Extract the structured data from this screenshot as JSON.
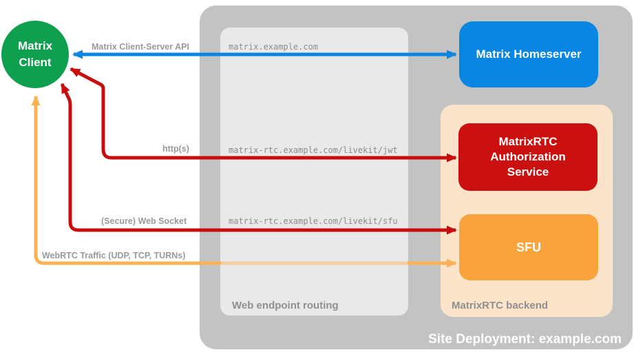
{
  "colors": {
    "client_green": "#0FA04F",
    "homeserver_blue": "#0886E2",
    "auth_red": "#CB1010",
    "sfu_orange": "#F8A33C",
    "arrow_blue": "#0886E2",
    "arrow_red": "#C90C0C",
    "arrow_orange": "#FBB256",
    "container_gray": "#C3C3C3",
    "routing_gray": "#E9E9E9",
    "backend_peach": "#FBE4CA",
    "label_gray": "#9A9A9A"
  },
  "nodes": {
    "client": {
      "line1": "Matrix",
      "line2": "Client"
    },
    "homeserver": {
      "label": "Matrix Homeserver"
    },
    "auth_service": {
      "label": "MatrixRTC Authorization Service"
    },
    "sfu": {
      "label": "SFU"
    }
  },
  "containers": {
    "site_deployment": {
      "label": "Site Deployment: example.com"
    },
    "web_endpoint_routing": {
      "label": "Web endpoint routing"
    },
    "matrixrtc_backend": {
      "label": "MatrixRTC backend"
    }
  },
  "endpoints": {
    "homeserver_url": "matrix.example.com",
    "jwt_url": "matrix-rtc.example.com/livekit/jwt",
    "sfu_url": "matrix-rtc.example.com/livekit/sfu"
  },
  "connections": {
    "client_server_api": {
      "label": "Matrix Client-Server API"
    },
    "http": {
      "label": "http(s)"
    },
    "websocket": {
      "label": "(Secure) Web Socket"
    },
    "webrtc": {
      "label": "WebRTC Traffic (UDP, TCP, TURNs)"
    }
  }
}
